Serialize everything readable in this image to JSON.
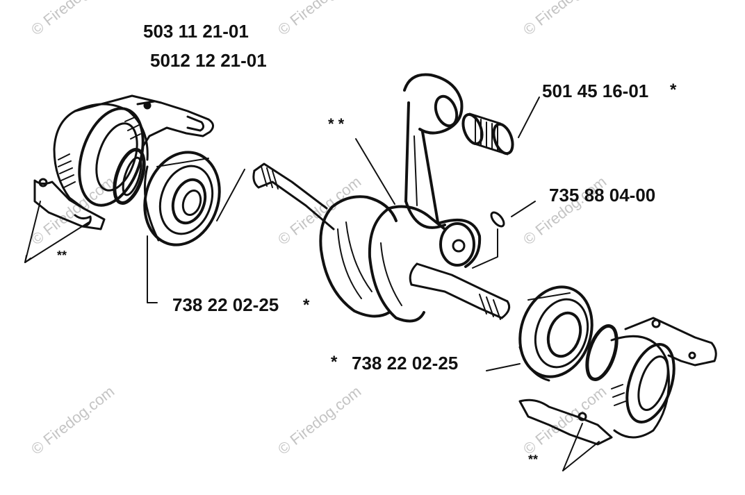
{
  "parts": {
    "crankcase_left": "503 11 21-01",
    "crankcase_alt": "5012 12 21-01",
    "needle_bearing": "501 45 16-01",
    "needle_bearing_mark": "*",
    "circlip": "735 88 04-00",
    "bearing_left": "738 22 02-25",
    "bearing_left_mark": "*",
    "bearing_right": "738 22 02-25",
    "bearing_right_mark": "*"
  },
  "marks": {
    "crank_double": "* *",
    "left_double": "**",
    "right_double": "**"
  },
  "watermark": {
    "text": "© Firedog.com",
    "color": "#c4c4c4"
  }
}
